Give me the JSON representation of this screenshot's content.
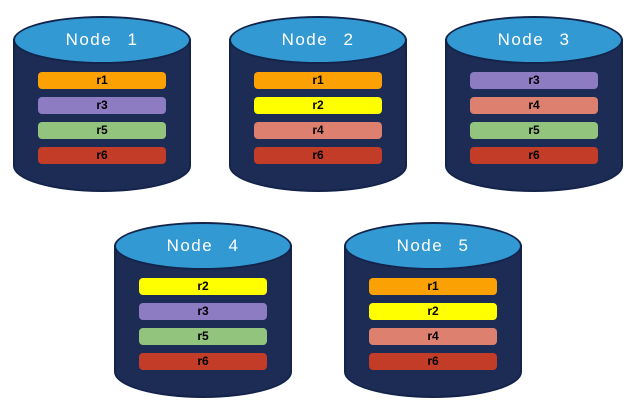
{
  "colors": {
    "background": "#FFFFFF",
    "cylinder_body": "#1C2C55",
    "cylinder_outline": "#13234A",
    "cylinder_top": "#3299D3",
    "node_label": "#FFFFFF",
    "replica_label": "#000000"
  },
  "replica_palette": {
    "r1": "#FCA103",
    "r2": "#FFFF00",
    "r3": "#8E7CC3",
    "r4": "#DD8070",
    "r5": "#93C47D",
    "r6": "#C33C28"
  },
  "nodes": [
    {
      "name": "Node 1",
      "replicas": [
        {
          "label": "r1",
          "color": "#FCA103"
        },
        {
          "label": "r3",
          "color": "#8E7CC3"
        },
        {
          "label": "r5",
          "color": "#93C47D"
        },
        {
          "label": "r6",
          "color": "#C33C28"
        }
      ]
    },
    {
      "name": "Node 2",
      "replicas": [
        {
          "label": "r1",
          "color": "#FCA103"
        },
        {
          "label": "r2",
          "color": "#FFFF00"
        },
        {
          "label": "r4",
          "color": "#DD8070"
        },
        {
          "label": "r6",
          "color": "#C33C28"
        }
      ]
    },
    {
      "name": "Node 3",
      "replicas": [
        {
          "label": "r3",
          "color": "#8E7CC3"
        },
        {
          "label": "r4",
          "color": "#DD8070"
        },
        {
          "label": "r5",
          "color": "#93C47D"
        },
        {
          "label": "r6",
          "color": "#C33C28"
        }
      ]
    },
    {
      "name": "Node 4",
      "replicas": [
        {
          "label": "r2",
          "color": "#FFFF00"
        },
        {
          "label": "r3",
          "color": "#8E7CC3"
        },
        {
          "label": "r5",
          "color": "#93C47D"
        },
        {
          "label": "r6",
          "color": "#C33C28"
        }
      ]
    },
    {
      "name": "Node 5",
      "replicas": [
        {
          "label": "r1",
          "color": "#FCA103"
        },
        {
          "label": "r2",
          "color": "#FFFF00"
        },
        {
          "label": "r4",
          "color": "#DD8070"
        },
        {
          "label": "r6",
          "color": "#C33C28"
        }
      ]
    }
  ]
}
